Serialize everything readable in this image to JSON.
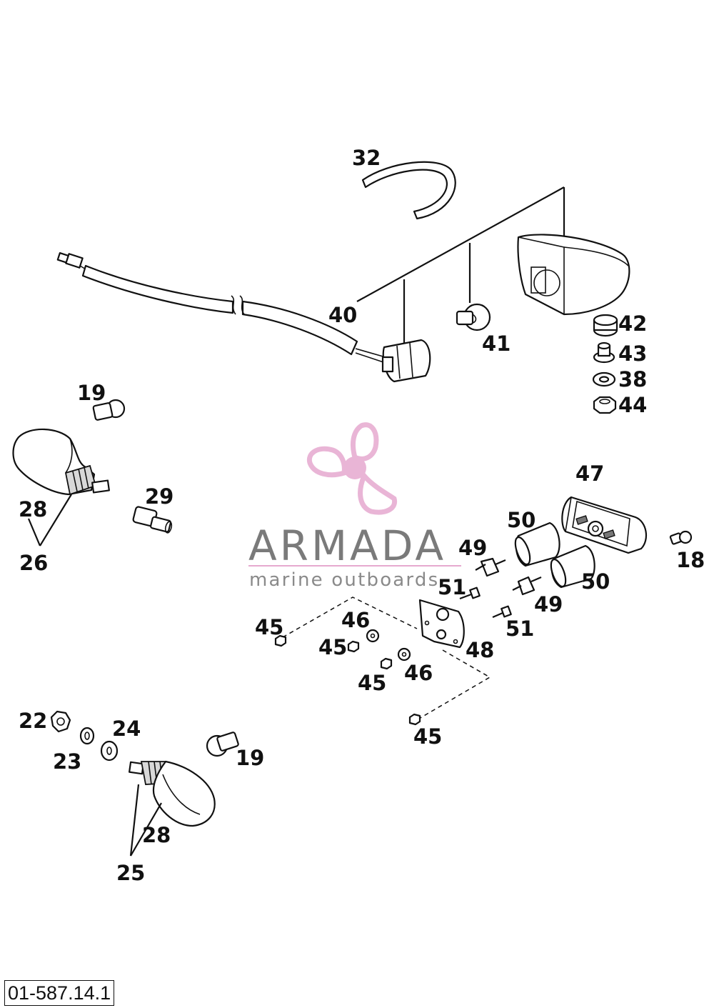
{
  "diagram_code": "01-587.14.1",
  "watermark": {
    "title": "ARMADA",
    "subtitle": "marine outboards",
    "accent_color": "#e6a9cf",
    "text_color": "#7a7a7a",
    "icon": "propeller-logo-icon"
  },
  "callouts": {
    "c32": "32",
    "c40": "40",
    "c41": "41",
    "c42": "42",
    "c43": "43",
    "c38": "38",
    "c44": "44",
    "c19a": "19",
    "c28a": "28",
    "c26": "26",
    "c29": "29",
    "c47": "47",
    "c50a": "50",
    "c49a": "49",
    "c18": "18",
    "c50b": "50",
    "c51a": "51",
    "c49b": "49",
    "c46a": "46",
    "c45a": "45",
    "c51b": "51",
    "c45b": "45",
    "c48": "48",
    "c45c": "45",
    "c46b": "46",
    "c45d": "45",
    "c22": "22",
    "c24": "24",
    "c23": "23",
    "c19b": "19",
    "c28b": "28",
    "c25": "25"
  }
}
